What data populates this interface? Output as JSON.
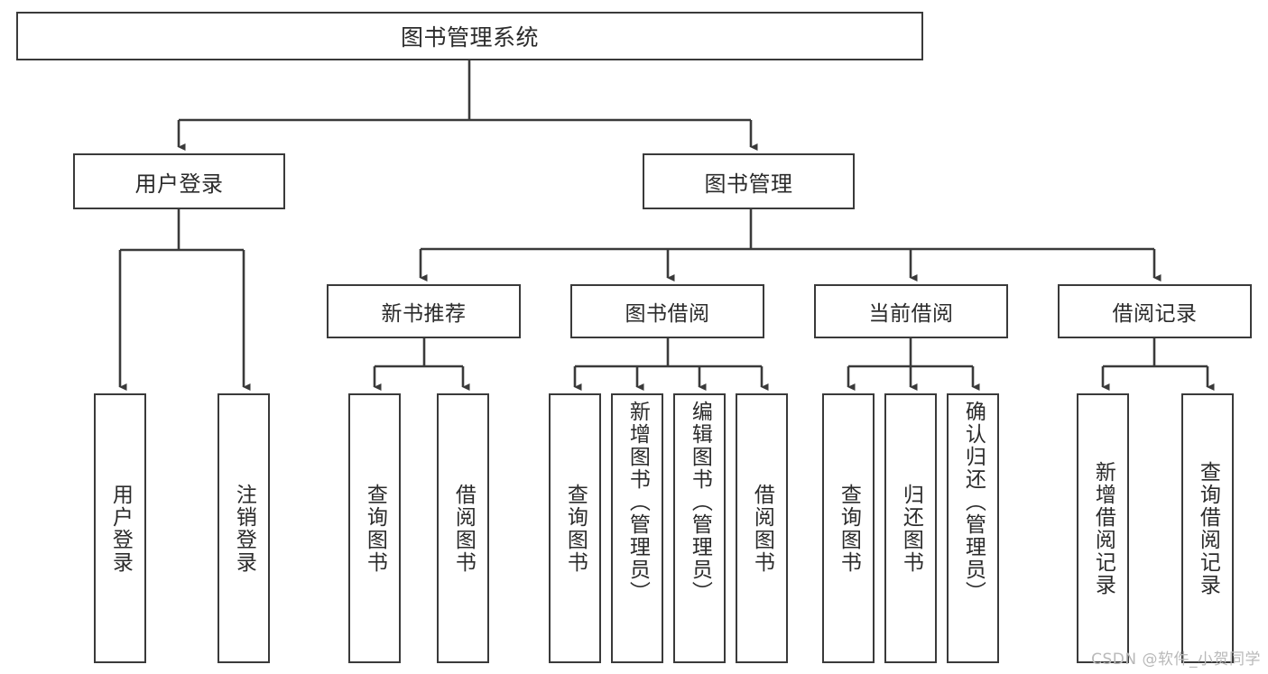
{
  "diagram": {
    "title": "图书管理系统",
    "watermark": "CSDN @软件_小贺同学",
    "root": {
      "label": "图书管理系统"
    },
    "level2": [
      {
        "label": "用户登录"
      },
      {
        "label": "图书管理"
      }
    ],
    "level3": [
      {
        "label": "新书推荐"
      },
      {
        "label": "图书借阅"
      },
      {
        "label": "当前借阅"
      },
      {
        "label": "借阅记录"
      }
    ],
    "leaves": [
      {
        "label": "用户登录"
      },
      {
        "label": "注销登录"
      },
      {
        "label": "查询图书"
      },
      {
        "label": "借阅图书"
      },
      {
        "label": "查询图书"
      },
      {
        "label": "新增图书（管理员）"
      },
      {
        "label": "编辑图书（管理员）"
      },
      {
        "label": "借阅图书"
      },
      {
        "label": "查询图书"
      },
      {
        "label": "归还图书"
      },
      {
        "label": "确认归还（管理员）"
      },
      {
        "label": "新增借阅记录"
      },
      {
        "label": "查询借阅记录"
      }
    ],
    "colors": {
      "stroke": "#3a3a3a",
      "text": "#2b2b2b",
      "background": "#ffffff",
      "watermark": "#b9b9b9"
    }
  }
}
